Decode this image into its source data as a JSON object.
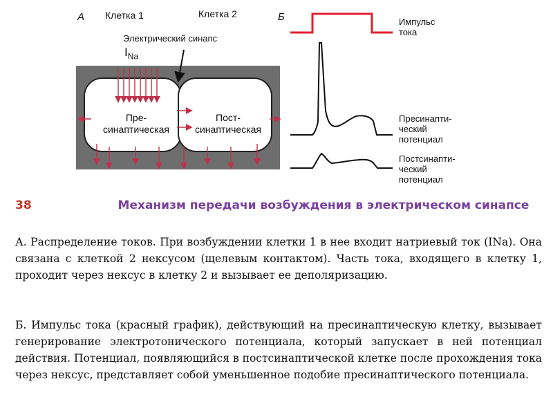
{
  "figure": {
    "panel_a": {
      "letter": "А",
      "cell1_label": "Клетка 1",
      "cell2_label": "Клетка 2",
      "synapse_label": "Электрический синапс",
      "current_label_main": "I",
      "current_label_sub": "Na",
      "presyn_line1": "Пре-",
      "presyn_line2": "синаптическая",
      "postsyn_line1": "Пост-",
      "postsyn_line2": "синаптическая"
    },
    "panel_b": {
      "letter": "Б",
      "impulse_line1": "Импульс",
      "impulse_line2": "тока",
      "pre_line1": "Пресинапти-",
      "pre_line2": "ческий",
      "pre_line3": "потенциал",
      "post_line1": "Постсинапти-",
      "post_line2": "ческий",
      "post_line3": "потенциал"
    },
    "colors": {
      "impulse": "#e0202f",
      "arrows": "#c0304a",
      "block": "#6e6e6e",
      "trace": "#111111"
    }
  },
  "slide": {
    "number": "38",
    "title": "Механизм передачи возбуждения в электрическом синапсе",
    "title_color": "#7a3fa0",
    "number_color": "#c0392b",
    "paragraph_a": "А.     Распределение токов. При возбуждении клетки 1 в нее входит натриевый ток (INa). Она связана с клеткой 2 нексусом (щелевым контактом). Часть тока, входящего в клетку 1, проходит через нексус в клетку 2 и вызывает ее деполяризацию.",
    "paragraph_b": "Б.   Импульс тока (красный график), действующий на пресинаптическую клетку, вызывает генерирование электротонического потенциала, который запускает в ней потенциал действия. Потенциал, появляющийся в постсинаптической клетке после прохождения тока через нексус, представляет собой уменьшенное подобие пресинаптического потенциала."
  }
}
